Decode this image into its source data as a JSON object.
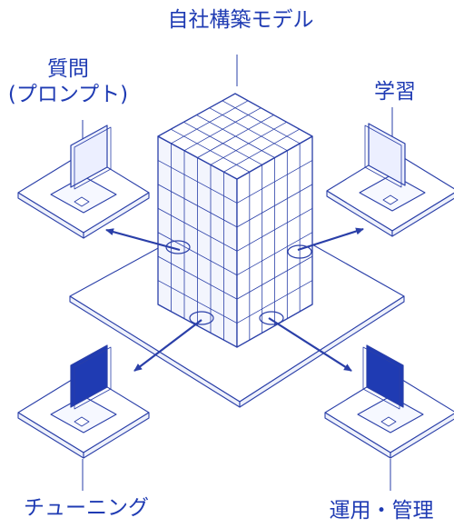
{
  "title": "自社構築モデル",
  "nodes": {
    "question": {
      "line1": "質問",
      "line2": "(プロンプト)"
    },
    "learning": "学習",
    "tuning": "チューニング",
    "operations": "運用・管理"
  },
  "colors": {
    "accent": "#1f3bb3",
    "line": "#2a3fa8",
    "face": "#ffffff",
    "shade": "#eef1fb",
    "screen_dark": "#1f3bb3",
    "screen_light": "#ecefff"
  }
}
